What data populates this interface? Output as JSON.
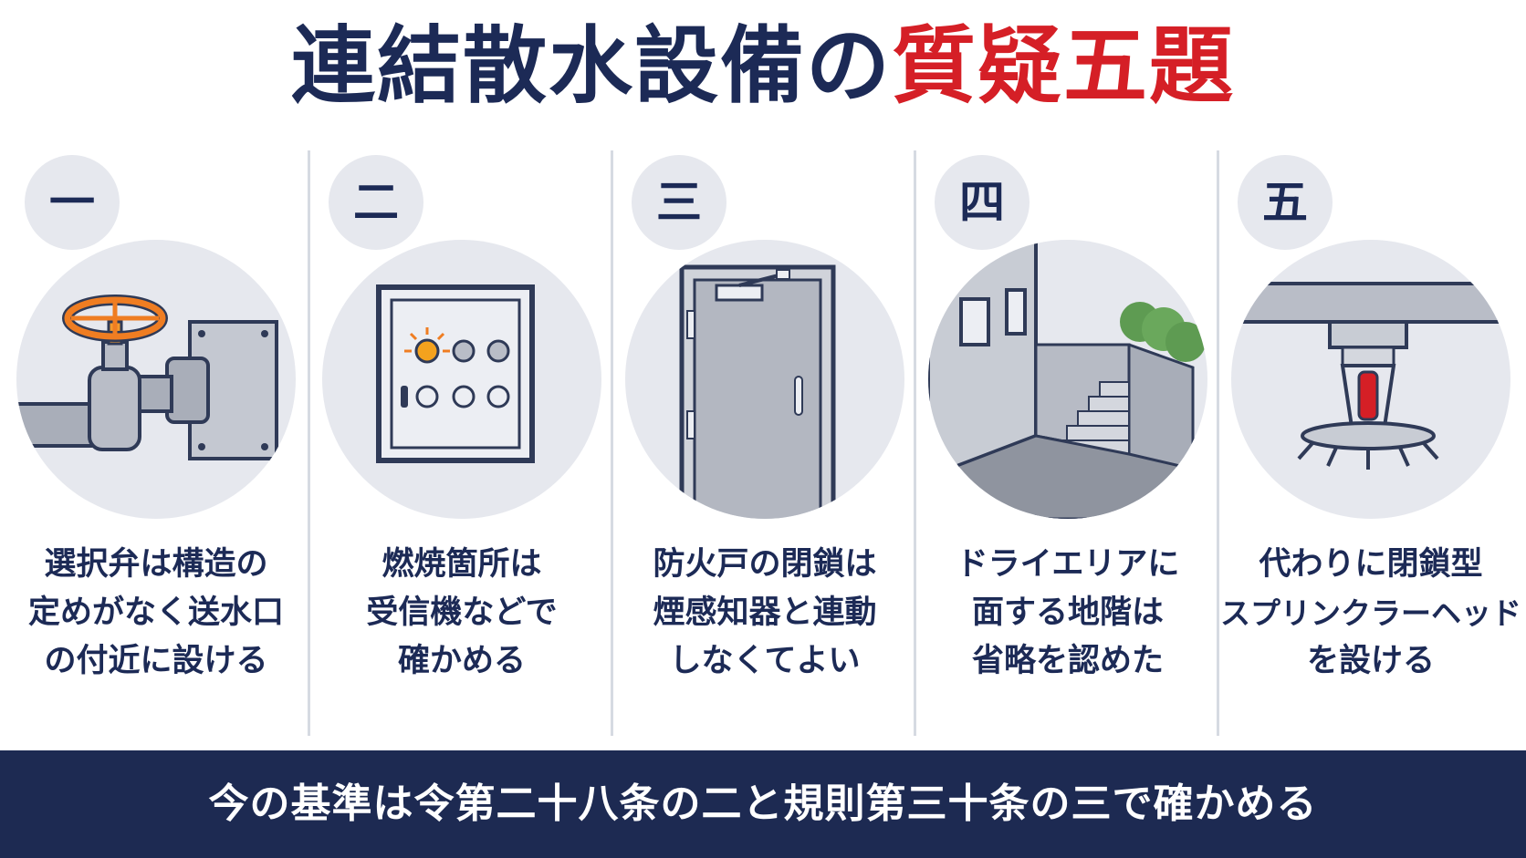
{
  "title": {
    "main": "連結散水設備の",
    "accent": "質疑五題"
  },
  "colors": {
    "navy": "#1c2a56",
    "accent_red": "#d51f26",
    "circle_bg": "#e6e8ee",
    "footer_bg": "#1d2a52"
  },
  "items": [
    {
      "number": "一",
      "icon": "valve-pipe-icon",
      "lines": [
        "選択弁は構造の",
        "定めがなく送水口",
        "の付近に設ける"
      ]
    },
    {
      "number": "二",
      "icon": "receiver-panel-icon",
      "lines": [
        "燃焼箇所は",
        "受信機などで",
        "確かめる"
      ]
    },
    {
      "number": "三",
      "icon": "fire-door-icon",
      "lines": [
        "防火戸の閉鎖は",
        "煙感知器と連動",
        "しなくてよい"
      ]
    },
    {
      "number": "四",
      "icon": "dry-area-icon",
      "lines": [
        "ドライエリアに",
        "面する地階は",
        "省略を認めた"
      ]
    },
    {
      "number": "五",
      "icon": "sprinkler-head-icon",
      "lines": [
        "代わりに閉鎖型",
        "スプリンクラーヘッド",
        "を設ける"
      ]
    }
  ],
  "footer": {
    "text": "今の基準は令第二十八条の二と規則第三十条の三で確かめる"
  }
}
